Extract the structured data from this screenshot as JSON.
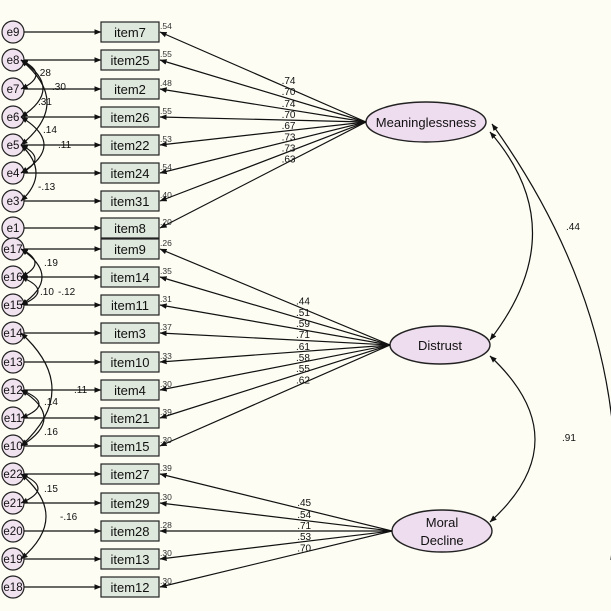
{
  "factors": {
    "meaninglessness": {
      "label": "Meaninglessness"
    },
    "distrust": {
      "label": "Distrust"
    },
    "moral_decline": {
      "label_line1": "Moral",
      "label_line2": "Decline"
    }
  },
  "rows": [
    {
      "error": "e9",
      "item": "item7",
      "r2": ".54"
    },
    {
      "error": "e8",
      "item": "item25",
      "r2": ".55"
    },
    {
      "error": "e7",
      "item": "item2",
      "r2": ".48"
    },
    {
      "error": "e6",
      "item": "item26",
      "r2": ".55"
    },
    {
      "error": "e5",
      "item": "item22",
      "r2": ".53"
    },
    {
      "error": "e4",
      "item": "item24",
      "r2": ".54"
    },
    {
      "error": "e3",
      "item": "item31",
      "r2": ".40"
    },
    {
      "error": "e1",
      "item": "item8",
      "r2": ".20"
    },
    {
      "error": "e17",
      "item": "item9",
      "r2": ".26"
    },
    {
      "error": "e16",
      "item": "item14",
      "r2": ".35"
    },
    {
      "error": "e15",
      "item": "item11",
      "r2": ".31"
    },
    {
      "error": "e14",
      "item": "item3",
      "r2": ".37"
    },
    {
      "error": "e13",
      "item": "item10",
      "r2": ".33"
    },
    {
      "error": "e12",
      "item": "item4",
      "r2": ".30"
    },
    {
      "error": "e11",
      "item": "item21",
      "r2": ".39"
    },
    {
      "error": "e10",
      "item": "item15",
      "r2": ".30"
    },
    {
      "error": "e22",
      "item": "item27",
      "r2": ".39"
    },
    {
      "error": "e21",
      "item": "item29",
      "r2": ".30"
    },
    {
      "error": "e20",
      "item": "item28",
      "r2": ".28"
    },
    {
      "error": "e19",
      "item": "item13",
      "r2": ".30"
    },
    {
      "error": "e18",
      "item": "item12",
      "r2": ".30"
    }
  ],
  "loadings": {
    "meaninglessness": [
      ".74",
      ".70",
      ".74",
      ".70",
      ".67",
      ".73",
      ".73",
      ".63"
    ],
    "distrust": [
      ".44",
      ".51",
      ".59",
      ".71",
      ".61",
      ".58",
      ".55",
      ".62"
    ],
    "moral_decline": [
      ".45",
      ".54",
      ".71",
      ".53",
      ".70"
    ]
  },
  "factor_correlations": {
    "meaninglessness_distrust": ".44",
    "distrust_moral_decline": ".91"
  },
  "error_covariances": [
    ".28",
    ".30",
    ".31",
    ".14",
    ".11",
    "-.13",
    ".19",
    ".10",
    "-.12",
    ".11",
    ".14",
    ".16",
    ".15",
    "-.16"
  ]
}
